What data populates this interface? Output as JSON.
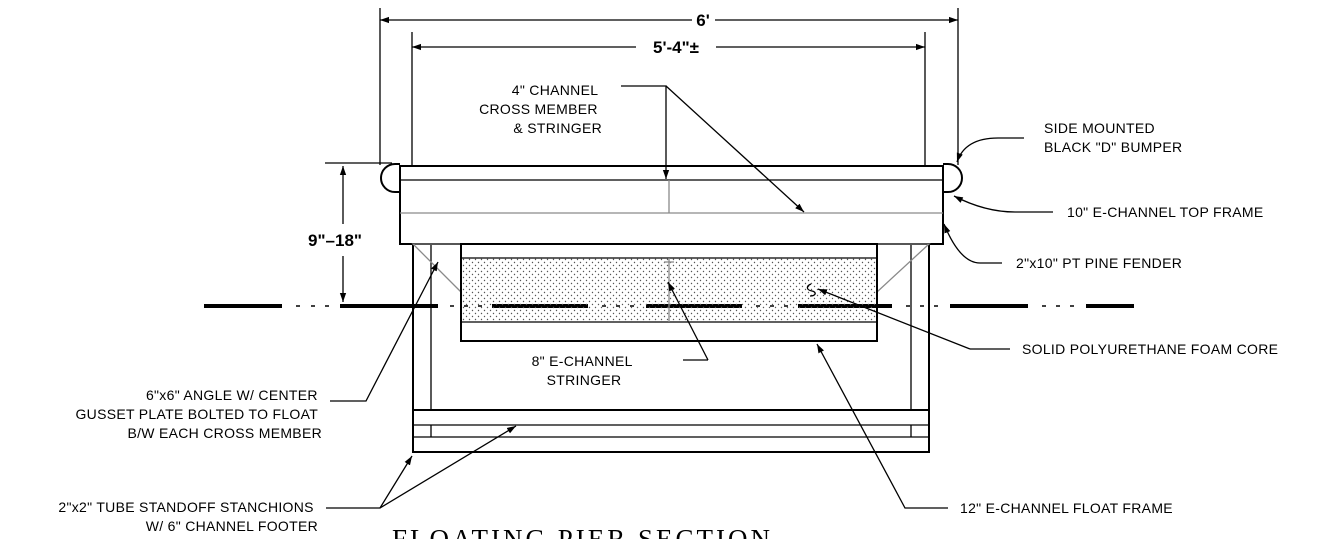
{
  "dimensions": {
    "overall_width": "6'",
    "inner_width": "5'-4\"±",
    "height": "9\"–18\""
  },
  "labels": {
    "channel_cross_member": [
      "4\" CHANNEL",
      "CROSS MEMBER",
      "& STRINGER"
    ],
    "d_bumper": [
      "SIDE MOUNTED",
      "BLACK \"D\" BUMPER"
    ],
    "top_frame": "10\" E-CHANNEL TOP FRAME",
    "fender": "2\"x10\" PT PINE FENDER",
    "foam_core": "SOLID POLYURETHANE FOAM CORE",
    "stringer": [
      "8\" E-CHANNEL",
      "STRINGER"
    ],
    "angle": [
      "6\"x6\" ANGLE W/ CENTER",
      "GUSSET PLATE BOLTED TO FLOAT",
      "B/W EACH CROSS MEMBER"
    ],
    "float_frame": "12\" E-CHANNEL FLOAT FRAME",
    "stanchions": [
      "2\"x2\" TUBE STANDOFF STANCHIONS",
      "W/ 6\" CHANNEL FOOTER"
    ]
  },
  "title": "FLOATING PIER SECTION"
}
